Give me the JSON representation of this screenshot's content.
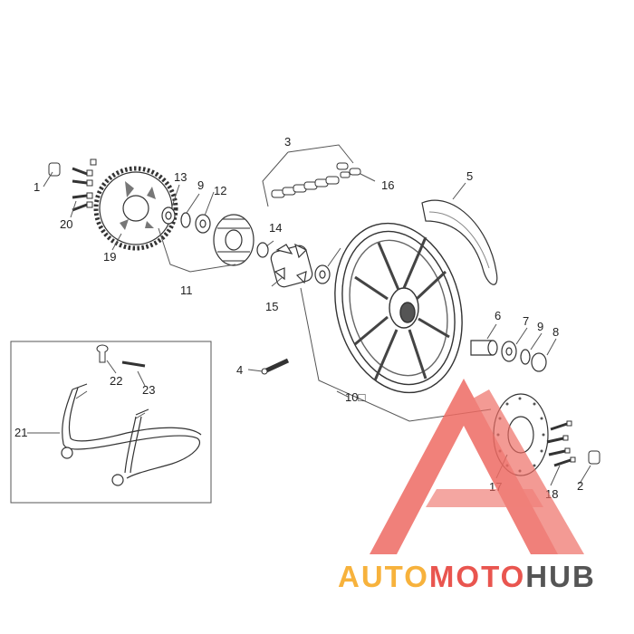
{
  "diagram": {
    "callouts": [
      "1",
      "2",
      "3",
      "4",
      "5",
      "6",
      "7",
      "8",
      "9",
      "9",
      "10□",
      "11",
      "12",
      "13",
      "14",
      "15",
      "16",
      "17",
      "18",
      "19",
      "20",
      "21",
      "22",
      "23"
    ]
  },
  "watermark": {
    "part1": "AUTO",
    "part2": "MOTO",
    "part3": "HUB",
    "colors": {
      "auto": "#f7b23c",
      "moto": "#e9554f",
      "hub": "#555555",
      "triangle": "#e9554f"
    }
  }
}
